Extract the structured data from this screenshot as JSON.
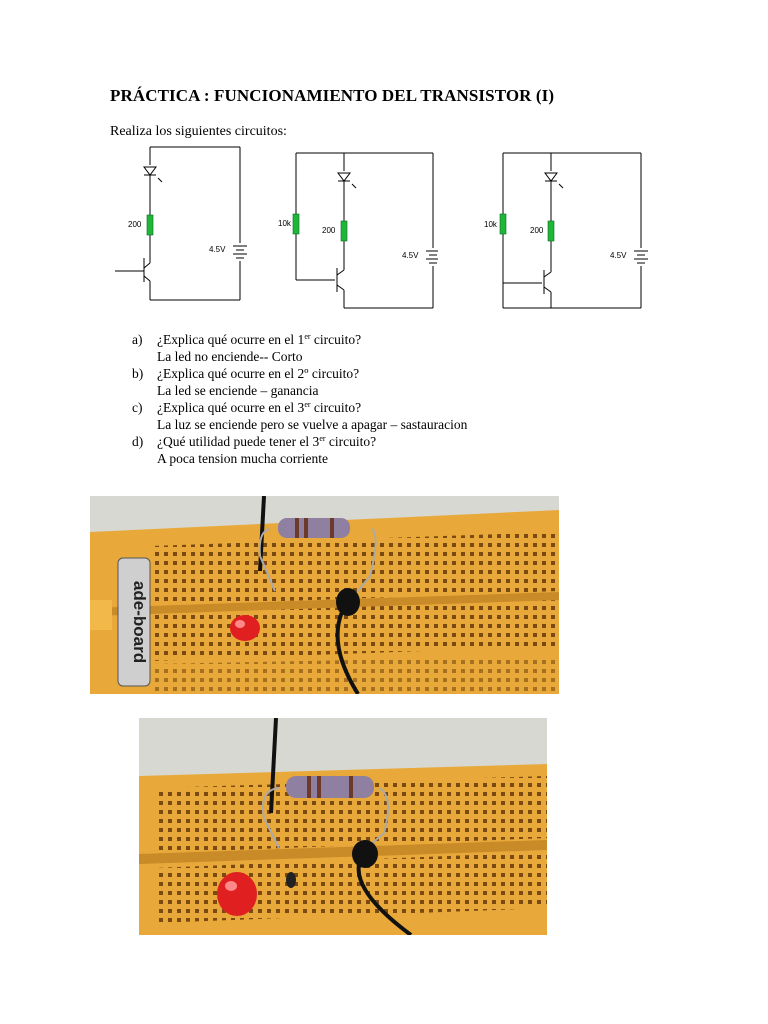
{
  "title": "PRÁCTICA : FUNCIONAMIENTO DEL TRANSISTOR (I)",
  "intro": "Realiza los siguientes circuitos:",
  "circuits": [
    {
      "resistor": "200",
      "battery": "4.5V"
    },
    {
      "base_resistor": "10k",
      "resistor": "200",
      "battery": "4.5V"
    },
    {
      "base_resistor": "10k",
      "resistor": "200",
      "battery": "4.5V"
    }
  ],
  "questions": [
    {
      "letter": "a)",
      "pre": "¿Explica qué ocurre en el  1",
      "sup": "er",
      "post": " circuito?",
      "answer": "La led no enciende-- Corto"
    },
    {
      "letter": "b)",
      "pre": "¿Explica qué ocurre en el  2º circuito?",
      "sup": "",
      "post": "",
      "answer": "La led se enciende – ganancia"
    },
    {
      "letter": "c)",
      "pre": "¿Explica qué ocurre en el  3",
      "sup": "er",
      "post": " circuito?",
      "answer": "La luz se enciende pero se vuelve a apagar – sastauracion"
    },
    {
      "letter": "d)",
      "pre": "¿Qué utilidad puede tener el 3",
      "sup": "er",
      "post": " circuito?",
      "answer": "A poca tension mucha corriente"
    }
  ],
  "photos": {
    "board_label": "ade-board"
  },
  "colors": {
    "board": "#e8a93a",
    "resistor_body": "#8f7fa0",
    "led": "#e02020",
    "resistor_symbol": "#1db83a"
  }
}
